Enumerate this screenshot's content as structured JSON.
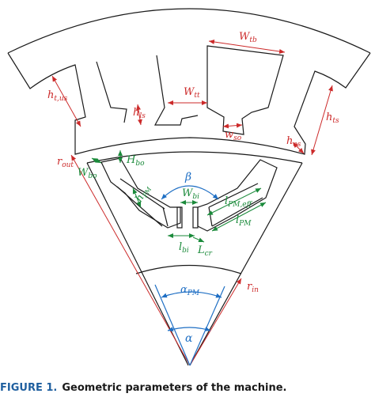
{
  "colors": {
    "outline": "#1a1a1a",
    "red": "#cc2a2a",
    "green": "#1a8a3a",
    "blue": "#1f6fc4",
    "caption_label": "#1f5f9f"
  },
  "labels": {
    "r_out": "r",
    "r_out_sub": "out",
    "r_in": "r",
    "r_in_sub": "in",
    "W_tb": "W",
    "W_tb_sub": "tb",
    "W_tt": "W",
    "W_tt_sub": "tt",
    "h_t_us": "h",
    "h_t_us_sub": "t,us",
    "h_ls": "h",
    "h_ls_sub": "ls",
    "w_so": "w",
    "w_so_sub": "so",
    "h_ts": "h",
    "h_ts_sub": "ts",
    "h_es": "h",
    "h_es_sub": "es",
    "W_bo": "W",
    "W_bo_sub": "bo",
    "H_bo": "H",
    "H_bo_sub": "bo",
    "beta": "β",
    "W_bi": "W",
    "W_bi_sub": "bi",
    "h_PM": "h",
    "h_PM_sub": "PM",
    "l_PM_eff": "l",
    "l_PM_eff_sub": "PM,eff",
    "l_PM": "l",
    "l_PM_sub": "PM",
    "l_bi": "l",
    "l_bi_sub": "bi",
    "L_cr": "L",
    "L_cr_sub": "cr",
    "alpha_PM": "α",
    "alpha_PM_sub": "PM",
    "alpha": "α"
  },
  "caption": {
    "label": "FIGURE 1.",
    "text": "Geometric parameters of the machine."
  }
}
